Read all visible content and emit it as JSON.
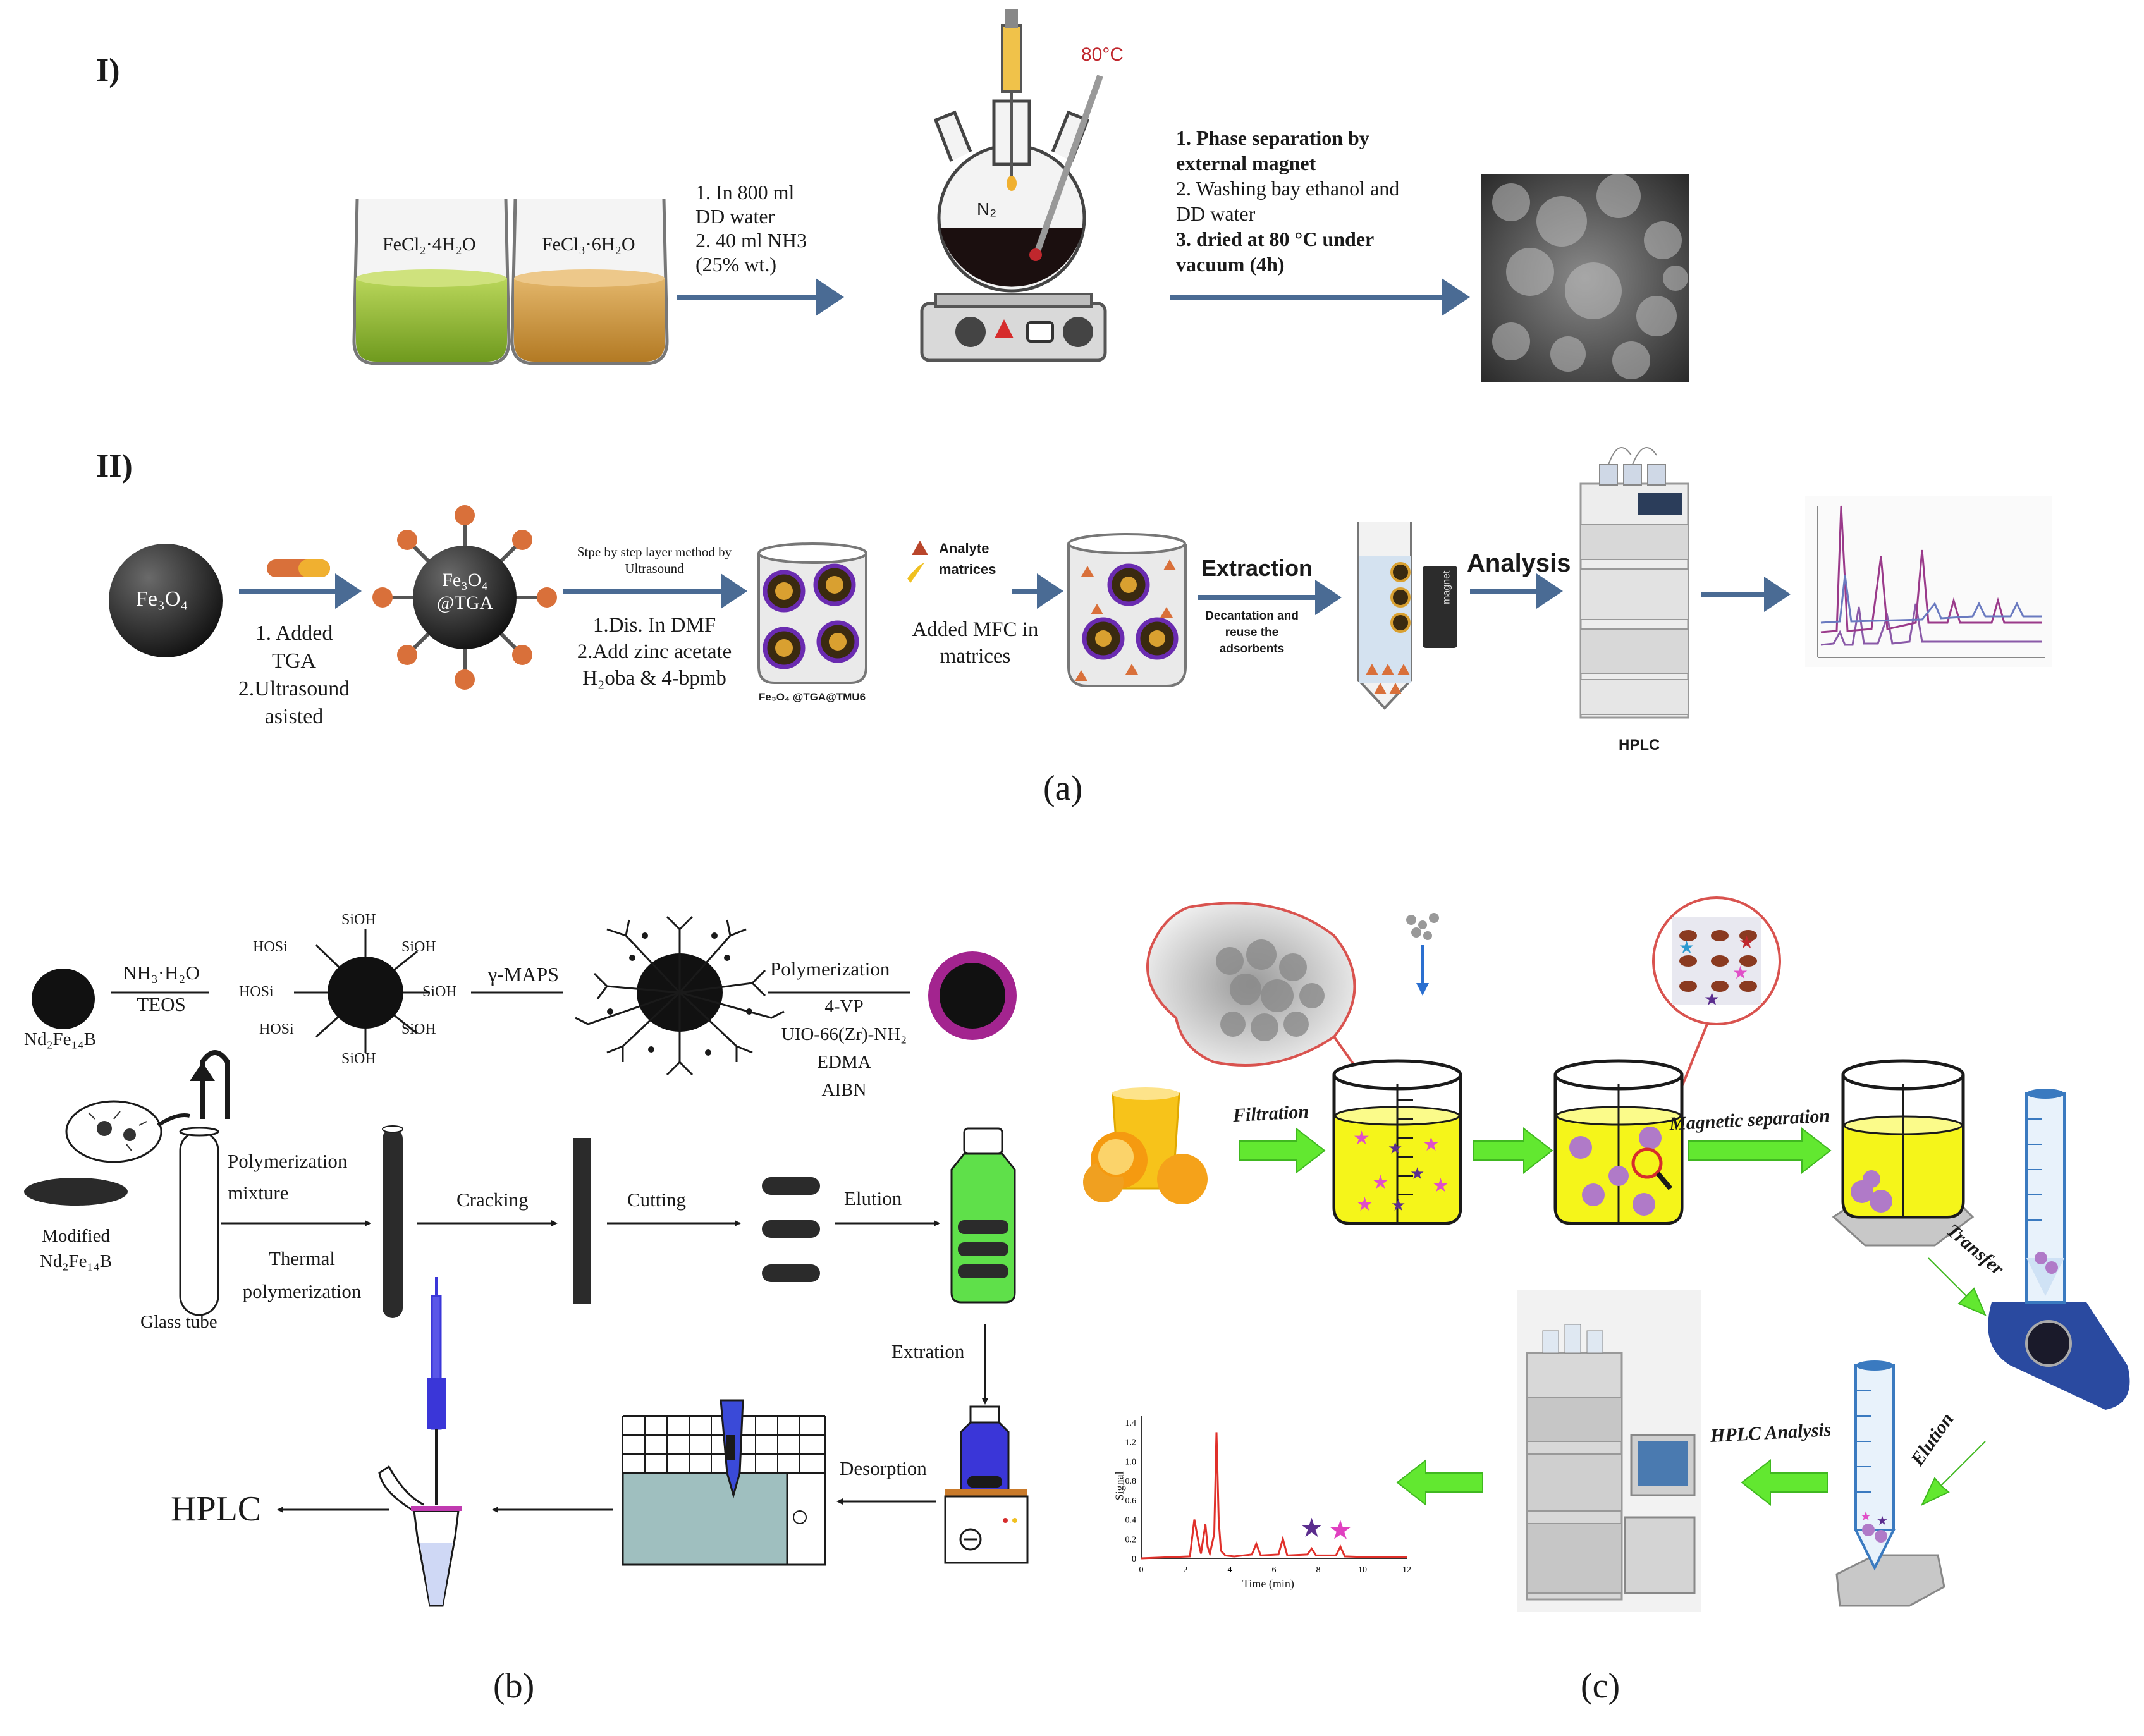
{
  "panel_a": {
    "section_I_label": "I)",
    "section_II_label": "II)",
    "beaker1_label": "FeCl₂·4H₂O",
    "beaker2_label": "FeCl₃·6H₂O",
    "step1_lines": [
      "1. In 800 ml",
      "DD water",
      "2. 40 ml NH3",
      "(25% wt.)"
    ],
    "temperature_label": "80°C",
    "gas_label": "N₂",
    "step2_lines": [
      "1. Phase separation by",
      "external magnet",
      "2. Washing bay ethanol and",
      "DD water",
      "3. dried at 80 °C under",
      "vacuum  (4h)"
    ],
    "core_label": "Fe₃O₄",
    "tga_steps": [
      "1. Added",
      "TGA",
      "2.Ultrasound",
      "asisted"
    ],
    "core_tga_label": [
      "Fe₃O₄",
      "@TGA"
    ],
    "layer_method": [
      "Stpe by step layer method by",
      "Ultrasound"
    ],
    "dmf_steps": [
      "1.Dis. In DMF",
      "2.Add zinc acetate",
      "H₂oba & 4-bpmb"
    ],
    "composite_label": "Fe₃O₄ @TGA@TMU6",
    "legend_analyte": "Analyte",
    "legend_matrices": "matrices",
    "added_mfc": [
      "Added MFC in",
      "matrices"
    ],
    "extraction_label": "Extraction",
    "decantation": [
      "Decantation and",
      "reuse the",
      "adsorbents"
    ],
    "magnet_label": "magnet",
    "analysis_label": "Analysis",
    "hplc_label": "HPLC",
    "caption": "(a)"
  },
  "panel_b": {
    "core_label": "Nd₂Fe₁₄B",
    "reagents1": [
      "NH₃·H₂O",
      "TEOS"
    ],
    "siloh_groups": [
      "SiOH",
      "SiOH",
      "SiOH",
      "SiOH",
      "SiOH"
    ],
    "hosi_groups": [
      "HOSi",
      "HOSi",
      "HOSi"
    ],
    "reagent2": "γ-MAPS",
    "polymerization_label": "Polymerization",
    "reagents3": [
      "4-VP",
      "UIO-66(Zr)-NH₂",
      "EDMA",
      "AIBN"
    ],
    "modified_label": [
      "Modified",
      "Nd₂Fe₁₄B"
    ],
    "poly_mixture": [
      "Polymerization",
      "mixture"
    ],
    "thermal": [
      "Thermal",
      "polymerization"
    ],
    "glass_tube": "Glass tube",
    "cracking": "Cracking",
    "cutting": "Cutting",
    "elution": "Elution",
    "extration": "Extration",
    "desorption": "Desorption",
    "hplc": "HPLC",
    "caption": "(b)"
  },
  "panel_c": {
    "filtration": "Filtration",
    "magnetic_separation": "Magnetic separation",
    "transfer": "Transfer",
    "elution": "Elution",
    "hplc_analysis": "HPLC Analysis",
    "chart_xlabel": "Time (min)",
    "chart_ylabel": "Signal",
    "caption": "(c)"
  },
  "chart_data": {
    "type": "line",
    "xlabel": "Time (min)",
    "ylabel": "Signal",
    "xlim": [
      0,
      12
    ],
    "ylim": [
      0,
      1.4
    ],
    "x_ticks": [
      "0",
      "2",
      "4",
      "6",
      "8",
      "10",
      "12"
    ],
    "y_ticks": [
      "0",
      "0.2",
      "0.4",
      "0.6",
      "0.8",
      "1.0",
      "1.2",
      "1.4"
    ],
    "series": [
      {
        "x": [
          0,
          2.2,
          2.4,
          2.6,
          2.7,
          2.9,
          3.0,
          3.1,
          3.3,
          3.4,
          3.5,
          3.6,
          3.8,
          4.2,
          5.0,
          5.2,
          5.4,
          6.2,
          6.4,
          6.6,
          7.5,
          7.7,
          7.9,
          8.8,
          9.0,
          9.2,
          10.5,
          12
        ],
        "y": [
          0,
          0.02,
          0.4,
          0.15,
          0.05,
          0.35,
          0.12,
          0.05,
          0.25,
          1.3,
          0.4,
          0.08,
          0.03,
          0.02,
          0.04,
          0.15,
          0.03,
          0.04,
          0.2,
          0.03,
          0.04,
          0.1,
          0.03,
          0.03,
          0.12,
          0.02,
          0.01,
          0.01
        ]
      }
    ],
    "markers": [
      {
        "x": 7.7,
        "y": 0.22,
        "color": "#5b2d8e"
      },
      {
        "x": 9.0,
        "y": 0.2,
        "color": "#e040c0"
      }
    ]
  }
}
